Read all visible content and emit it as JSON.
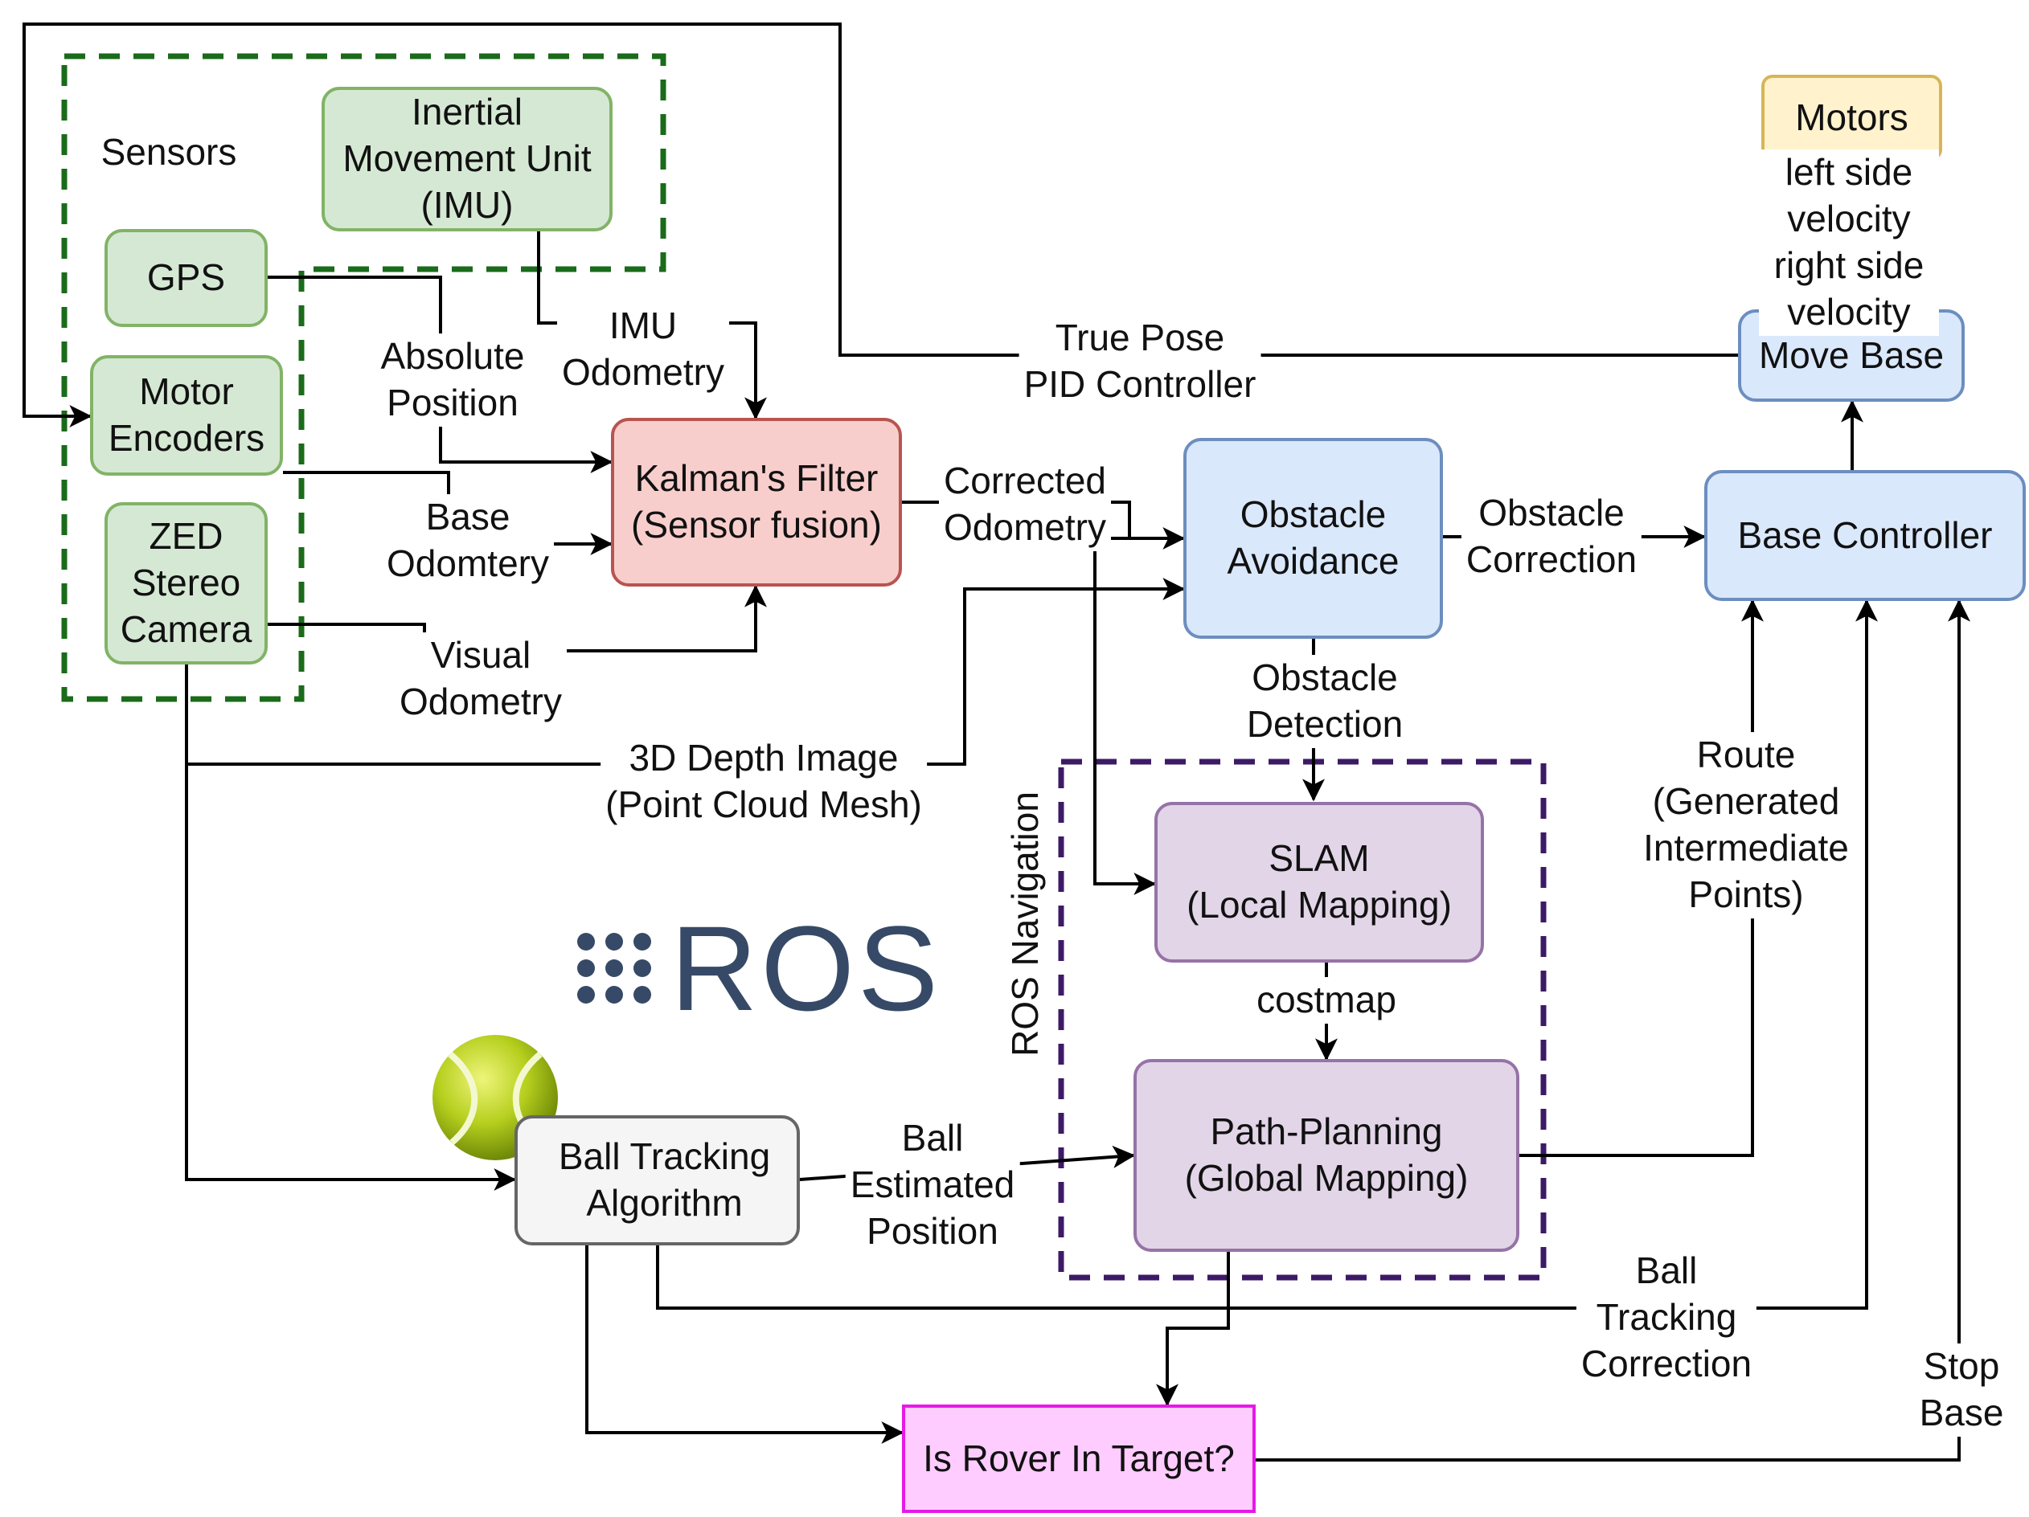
{
  "groups": {
    "sensors": "Sensors",
    "ros_navigation": "ROS Navigation"
  },
  "nodes": {
    "imu": "Inertial\nMovement Unit\n(IMU)",
    "gps": "GPS",
    "motor_encoders": "Motor\nEncoders",
    "zed_camera": "ZED\nStereo\nCamera",
    "kalman": "Kalman's Filter\n(Sensor fusion)",
    "obstacle_avoidance": "Obstacle\nAvoidance",
    "base_controller": "Base Controller",
    "move_base": "Move Base",
    "motors": "Motors",
    "slam": "SLAM\n(Local Mapping)",
    "path_planning": "Path-Planning\n(Global Mapping)",
    "ball_tracking": "Ball Tracking\nAlgorithm",
    "rover_target": "Is Rover In Target?"
  },
  "edge_labels": {
    "imu_odometry": "IMU\nOdometry",
    "absolute_position": "Absolute\nPosition",
    "base_odometry": "Base\nOdomtery",
    "visual_odometry": "Visual\nOdometry",
    "corrected_odometry": "Corrected\nOdometry",
    "depth_image": "3D Depth Image\n(Point Cloud Mesh)",
    "obstacle_correction": "Obstacle\nCorrection",
    "obstacle_detection": "Obstacle\nDetection",
    "true_pose": "True Pose\nPID Controller",
    "velocity": "left side velocity\nright side velocity",
    "route": "Route\n(Generated\nIntermediate\nPoints)",
    "costmap": "costmap",
    "ball_estimated": "Ball\nEstimated\nPosition",
    "ball_tracking_correction": "Ball\nTracking\nCorrection",
    "stop_base": "Stop\nBase"
  },
  "logo": {
    "text": "ROS",
    "color": "#364a67"
  },
  "colors": {
    "green_fill": "#d5e8d4",
    "green_stroke": "#82b366",
    "red_fill": "#f8cecc",
    "red_stroke": "#b85450",
    "blue_fill": "#dae8fc",
    "blue_stroke": "#6c8ebf",
    "yellow_fill": "#fff2cc",
    "yellow_stroke": "#d6b656",
    "purple_fill": "#e1d5e7",
    "purple_stroke": "#9673a6",
    "grey_fill": "#f5f5f5",
    "grey_stroke": "#666666",
    "magenta_fill": "#ffccff",
    "magenta_stroke": "#e619e6",
    "sensors_group": "#1a6b1a",
    "nav_group": "#3d1a66"
  }
}
